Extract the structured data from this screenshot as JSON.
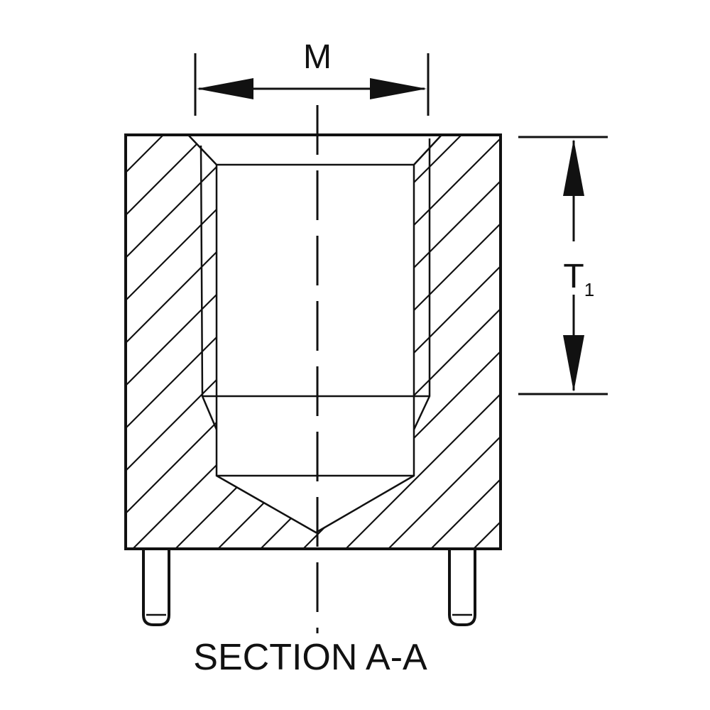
{
  "drawing": {
    "dimension_m_label": "M",
    "dimension_t_label": "T",
    "dimension_t_subscript": "1",
    "section_label": "SECTION A-A",
    "line_color": "#111111",
    "background_color": "#ffffff"
  }
}
